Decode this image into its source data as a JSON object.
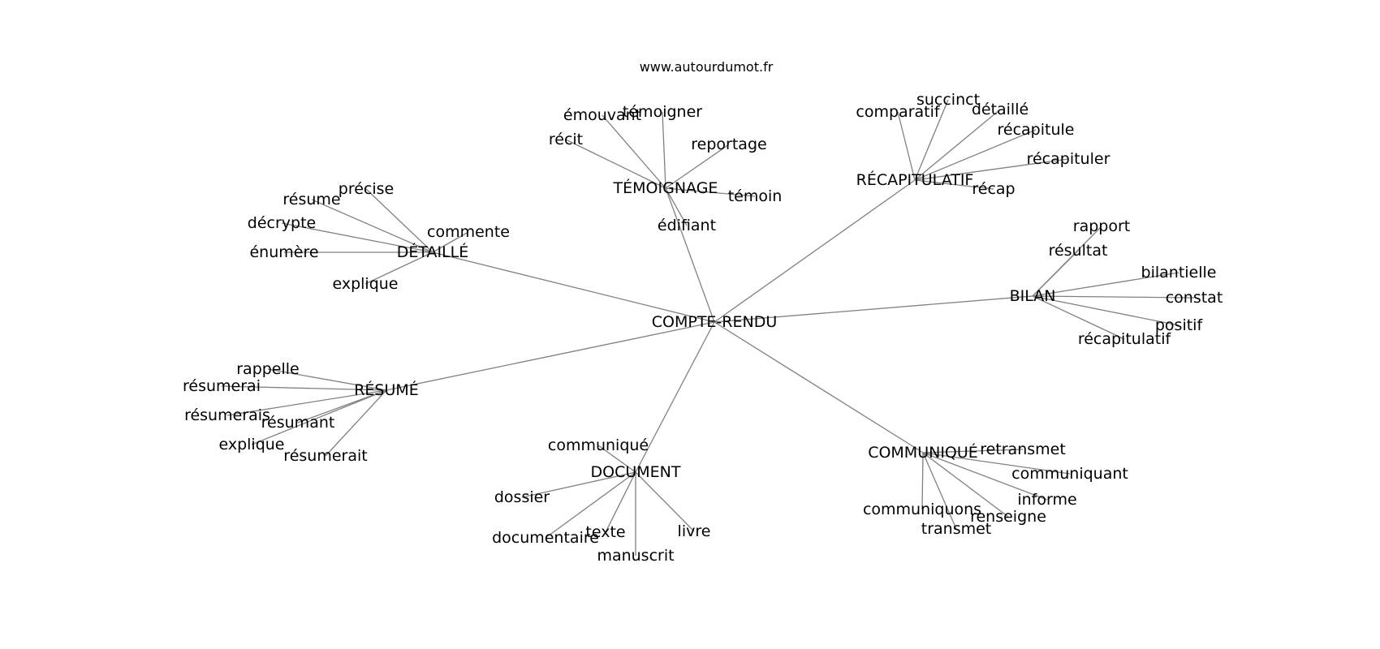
{
  "header": {
    "site": "www.autourdumot.fr"
  },
  "graph": {
    "center": {
      "id": "compte-rendu",
      "label": "COMPTE-RENDU"
    },
    "nodes": [
      {
        "id": "temoignage",
        "label": "TÉMOIGNAGE",
        "leaves": [
          "émouvant",
          "témoigner",
          "récit",
          "reportage",
          "témoin",
          "édifiant"
        ]
      },
      {
        "id": "recapitulatif",
        "label": "RÉCAPITULATIF",
        "leaves": [
          "succinct",
          "comparatif",
          "détaillé",
          "récapitule",
          "récapituler",
          "récap"
        ]
      },
      {
        "id": "detaille",
        "label": "DÉTAILLÉ",
        "leaves": [
          "précise",
          "résume",
          "décrypte",
          "commente",
          "énumère",
          "explique"
        ]
      },
      {
        "id": "bilan",
        "label": "BILAN",
        "leaves": [
          "rapport",
          "résultat",
          "bilantielle",
          "constat",
          "positif",
          "récapitulatif"
        ]
      },
      {
        "id": "resume",
        "label": "RÉSUMÉ",
        "leaves": [
          "rappelle",
          "résumerai",
          "résumerais",
          "résumant",
          "explique",
          "résumerait"
        ]
      },
      {
        "id": "document",
        "label": "DOCUMENT",
        "leaves": [
          "communiqué",
          "dossier",
          "documentaire",
          "texte",
          "livre",
          "manuscrit"
        ]
      },
      {
        "id": "communique",
        "label": "COMMUNIQUÉ",
        "leaves": [
          "retransmet",
          "communiquant",
          "informe",
          "communiquons",
          "renseigne",
          "transmet"
        ]
      }
    ]
  }
}
